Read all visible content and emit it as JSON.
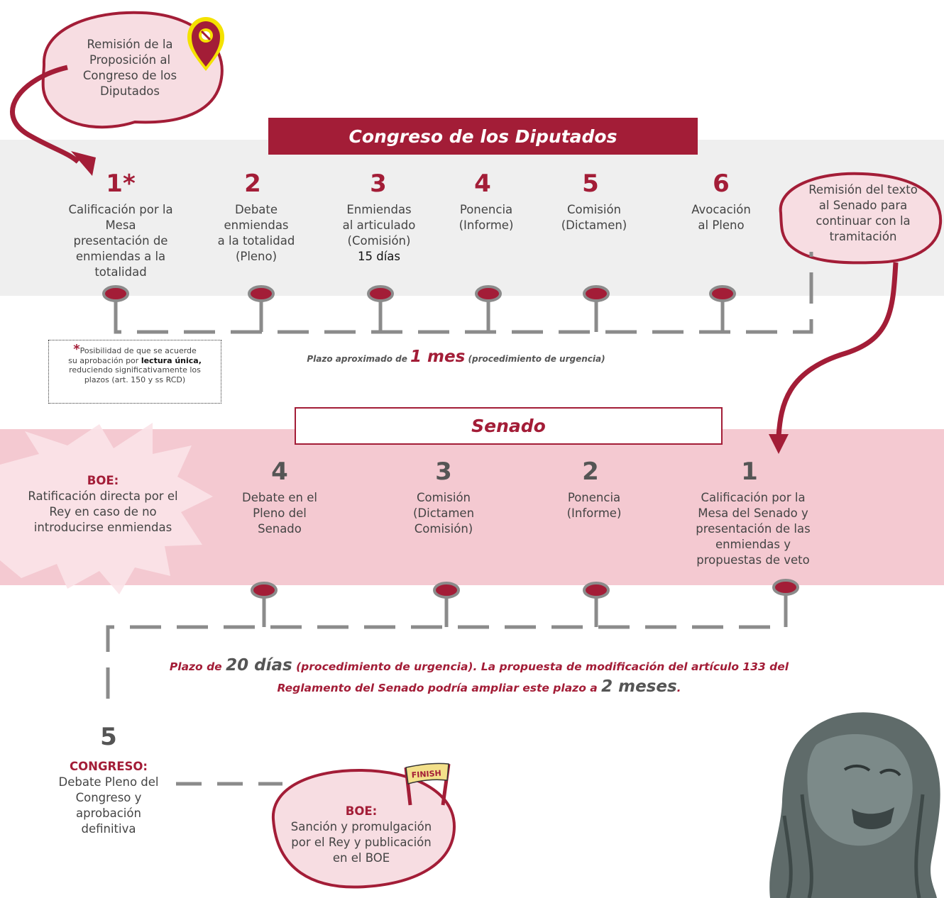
{
  "start_bubble": {
    "text": "Remisión de la Proposición al Congreso de los Diputados",
    "lines": [
      "Remisión de la",
      "Proposición al",
      "Congreso de los",
      "Diputados"
    ]
  },
  "congreso": {
    "title": "Congreso de los Diputados",
    "steps": [
      {
        "num": "1*",
        "lines": [
          "Calificación por la",
          "Mesa",
          "presentación de",
          "enmiendas a la",
          "totalidad"
        ]
      },
      {
        "num": "2",
        "lines": [
          "Debate",
          "enmiendas",
          "a la totalidad",
          "(Pleno)"
        ]
      },
      {
        "num": "3",
        "lines": [
          "Enmiendas",
          "al articulado",
          "(Comisión)"
        ],
        "extra": "15 días"
      },
      {
        "num": "4",
        "lines": [
          "Ponencia",
          "(Informe)"
        ]
      },
      {
        "num": "5",
        "lines": [
          "Comisión",
          "(Dictamen)"
        ]
      },
      {
        "num": "6",
        "lines": [
          "Avocación",
          "al Pleno"
        ]
      }
    ],
    "plazo_pre": "Plazo aproximado de",
    "plazo_big": "1 mes",
    "plazo_post": "(procedimiento de urgencia)"
  },
  "remision_bubble": {
    "lines": [
      "Remisión del texto",
      "al Senado para",
      "continuar con la",
      "tramitación"
    ]
  },
  "footnote": {
    "star": "*",
    "line1": "Posibilidad de que se acuerde",
    "line2_pre": "su aprobación por",
    "line2_strong": "lectura única,",
    "line3": "reduciendo significativamente los",
    "line4": "plazos (art. 150 y ss RCD)"
  },
  "senado": {
    "title": "Senado",
    "steps": [
      {
        "num": "4",
        "lines": [
          "Debate en el",
          "Pleno del",
          "Senado"
        ]
      },
      {
        "num": "3",
        "lines": [
          "Comisión",
          "(Dictamen",
          "Comisión)"
        ]
      },
      {
        "num": "2",
        "lines": [
          "Ponencia",
          "(Informe)"
        ]
      },
      {
        "num": "1",
        "lines": [
          "Calificación por la",
          "Mesa del Senado y",
          "presentación de las",
          "enmiendas y",
          "propuestas de veto"
        ]
      }
    ],
    "plazo_l1_pre": "Plazo de",
    "plazo_l1_big": "20 días",
    "plazo_l1_post": "(procedimiento de urgencia). La propuesta de modificación del artículo 133 del",
    "plazo_l2_pre": "Reglamento del Senado podría ampliar este plazo a",
    "plazo_l2_big": "2 meses",
    "plazo_l2_post": "."
  },
  "boe_star": {
    "heading": "BOE:",
    "lines": [
      "Ratificación directa por el",
      "Rey en caso de no",
      "introducirse enmiendas"
    ]
  },
  "final_step": {
    "num": "5",
    "heading": "CONGRESO:",
    "lines": [
      "Debate Pleno del",
      "Congreso y",
      "aprobación",
      "definitiva"
    ]
  },
  "boe_final": {
    "heading": "BOE:",
    "lines": [
      "Sanción y promulgación",
      "por el Rey y publicación",
      "en el BOE"
    ],
    "finish_label": "FINISH"
  },
  "colors": {
    "accent": "#a31d37",
    "grey_band": "#efefef",
    "pink_band": "#f4c9d1",
    "bubble": "#f7dde2",
    "pin_yellow": "#f4e200"
  }
}
